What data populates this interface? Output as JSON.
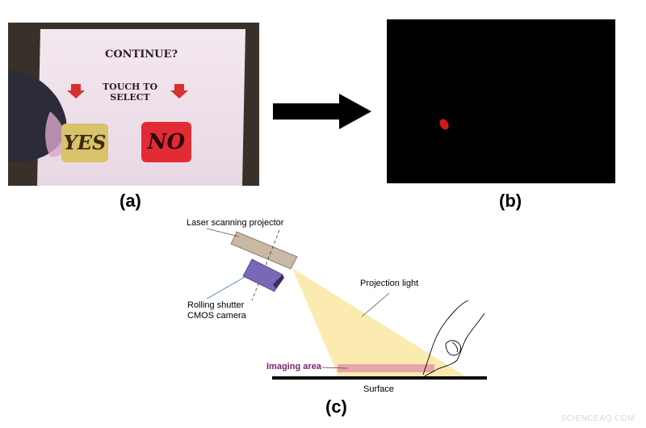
{
  "panel_a": {
    "label": "(a)",
    "screen": {
      "title": "CONTINUE?",
      "instruction": "TOUCH TO SELECT",
      "yes_label": "YES",
      "no_label": "NO"
    }
  },
  "panel_b": {
    "label": "(b)"
  },
  "panel_c": {
    "label": "(c)",
    "laser_projector": "Laser scanning projector",
    "camera_line1": "Rolling shutter",
    "camera_line2": "CMOS camera",
    "projection_light": "Projection light",
    "imaging_area": "Imaging area",
    "surface": "Surface"
  },
  "watermark": "SCIENCEAQ.COM",
  "colors": {
    "projector": "#c8b8a4",
    "camera": "#7b67b8",
    "projection_light": "#fbe9a8",
    "imaging_area": "#e7a5a8",
    "imaging_label": "#7b1f6f",
    "yes_button": "#d9c36a",
    "no_button": "#e32b36",
    "red_spot": "#d11a1a"
  }
}
